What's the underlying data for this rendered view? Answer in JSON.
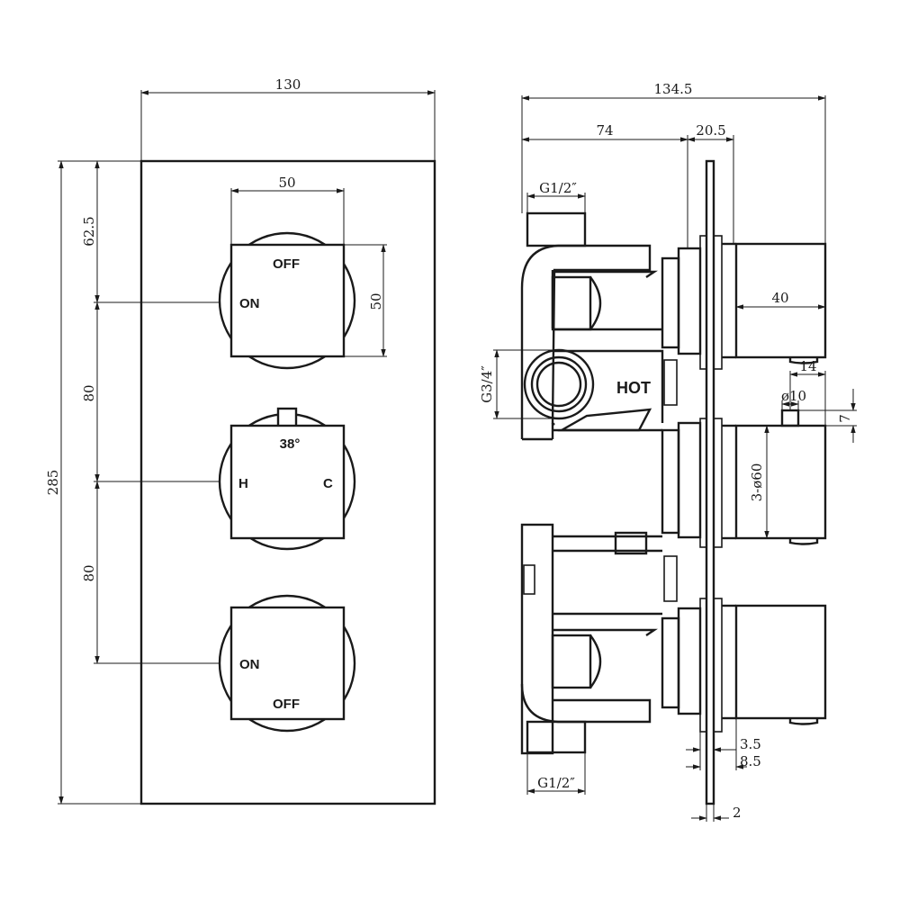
{
  "front_view": {
    "width_dim": "130",
    "height_dim": "285",
    "top_offset_dim": "62.5",
    "spacing_1_dim": "80",
    "spacing_2_dim": "80",
    "knob_width_dim": "50",
    "knob_height_dim": "50",
    "top_knob": {
      "off_label": "OFF",
      "on_label": "ON"
    },
    "middle_knob": {
      "temp_label": "38°",
      "hot_label": "H",
      "cold_label": "C"
    },
    "bottom_knob": {
      "on_label": "ON",
      "off_label": "OFF"
    }
  },
  "side_view": {
    "depth_total_dim": "134.5",
    "body_depth_dim": "74",
    "plate_dim": "20.5",
    "inlet_top_dim": "G1/2″",
    "inlet_bottom_dim": "G1/2″",
    "hot_inlet_dim": "G3/4″",
    "hot_label": "HOT",
    "handle_length_dim": "40",
    "handle_offset_dim": "14",
    "pin_diameter_dim": "ø10",
    "pin_height_dim": "7",
    "handle_diameter_dim": "3-ø60",
    "gap_small_dim": "3.5",
    "gap_large_dim": "8.5",
    "plate_thickness_dim": "2"
  }
}
